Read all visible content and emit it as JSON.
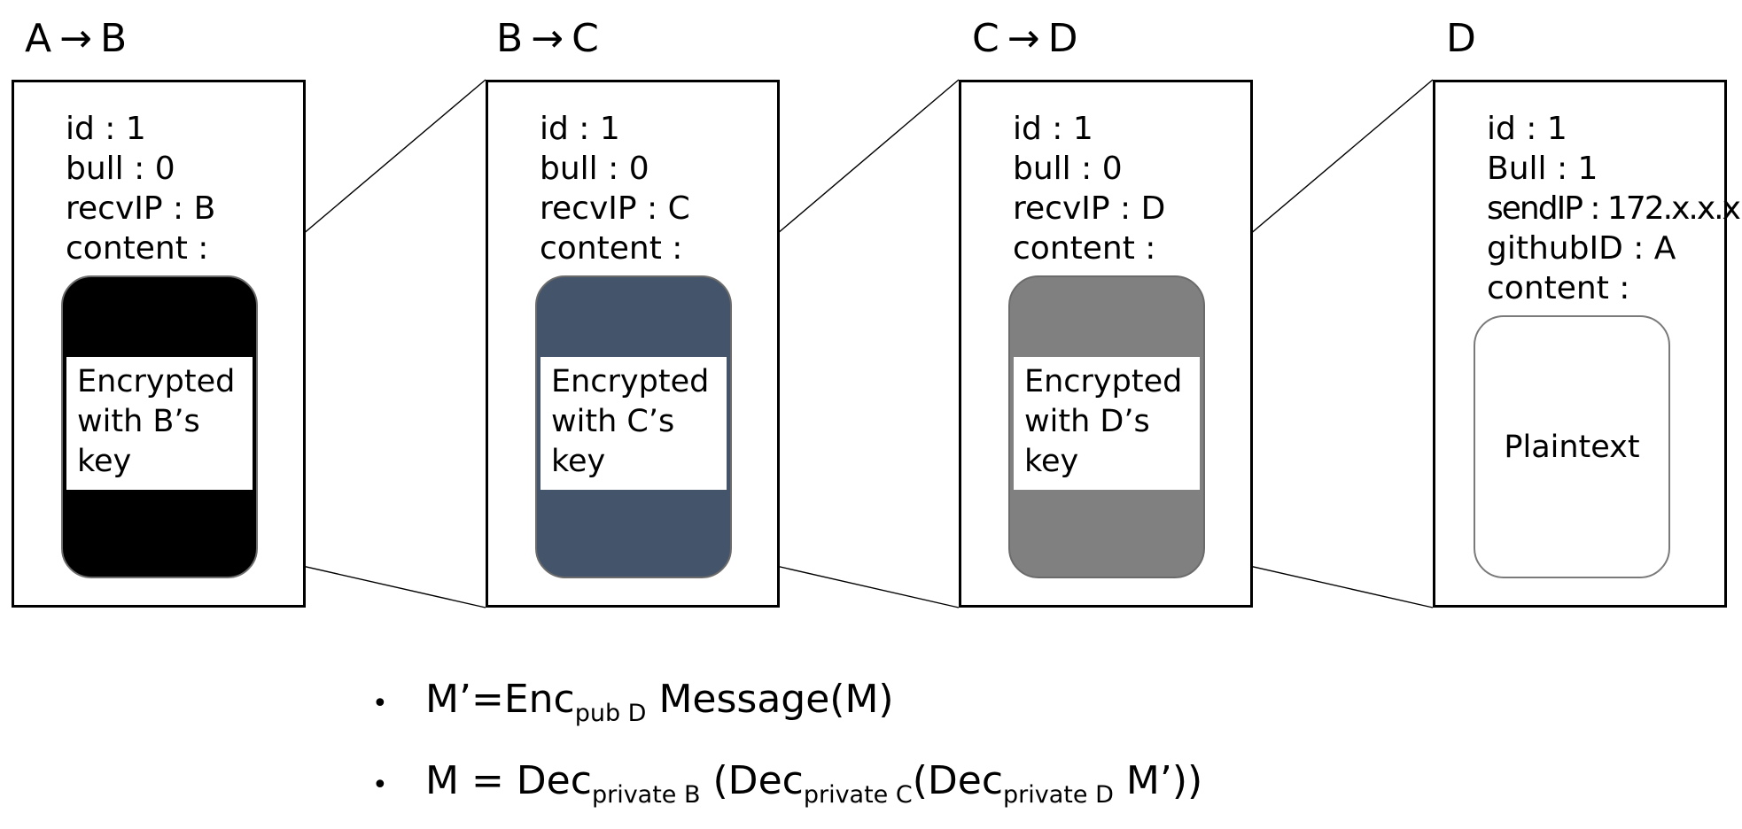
{
  "hops": [
    {
      "from": "A",
      "to": "B",
      "fields": [
        "id : 1",
        "bull : 0",
        "recvIP : B",
        "content :"
      ],
      "payload": {
        "label": [
          "Encrypted",
          "with B’s",
          "key"
        ],
        "fill": "#000000"
      }
    },
    {
      "from": "B",
      "to": "C",
      "fields": [
        "id : 1",
        "bull : 0",
        "recvIP : C",
        "content :"
      ],
      "payload": {
        "label": [
          "Encrypted",
          "with C’s",
          "key"
        ],
        "fill": "#44546a"
      }
    },
    {
      "from": "C",
      "to": "D",
      "fields": [
        "id : 1",
        "bull : 0",
        "recvIP : D",
        "content :"
      ],
      "payload": {
        "label": [
          "Encrypted",
          "with D’s",
          "key"
        ],
        "fill": "#808080"
      }
    },
    {
      "title": "D",
      "fields": [
        "id : 1",
        "Bull : 1",
        "sendIP : 172.x.x.x",
        "githubID : A",
        "content :"
      ],
      "payload": {
        "plain": "Plaintext",
        "fill": "#ffffff"
      }
    }
  ],
  "arrow_glyph": "→",
  "formulas": [
    {
      "bullet": "•",
      "parts": [
        {
          "t": "M’=Enc"
        },
        {
          "sub": "pub D"
        },
        {
          "t": " Message(M)"
        }
      ]
    },
    {
      "bullet": "•",
      "parts": [
        {
          "t": "M = Dec"
        },
        {
          "sub": "private B"
        },
        {
          "t": " (Dec"
        },
        {
          "sub": "private C"
        },
        {
          "t": "(Dec"
        },
        {
          "sub": "private D"
        },
        {
          "t": " M’))"
        }
      ]
    }
  ],
  "connector_color": "#000000"
}
